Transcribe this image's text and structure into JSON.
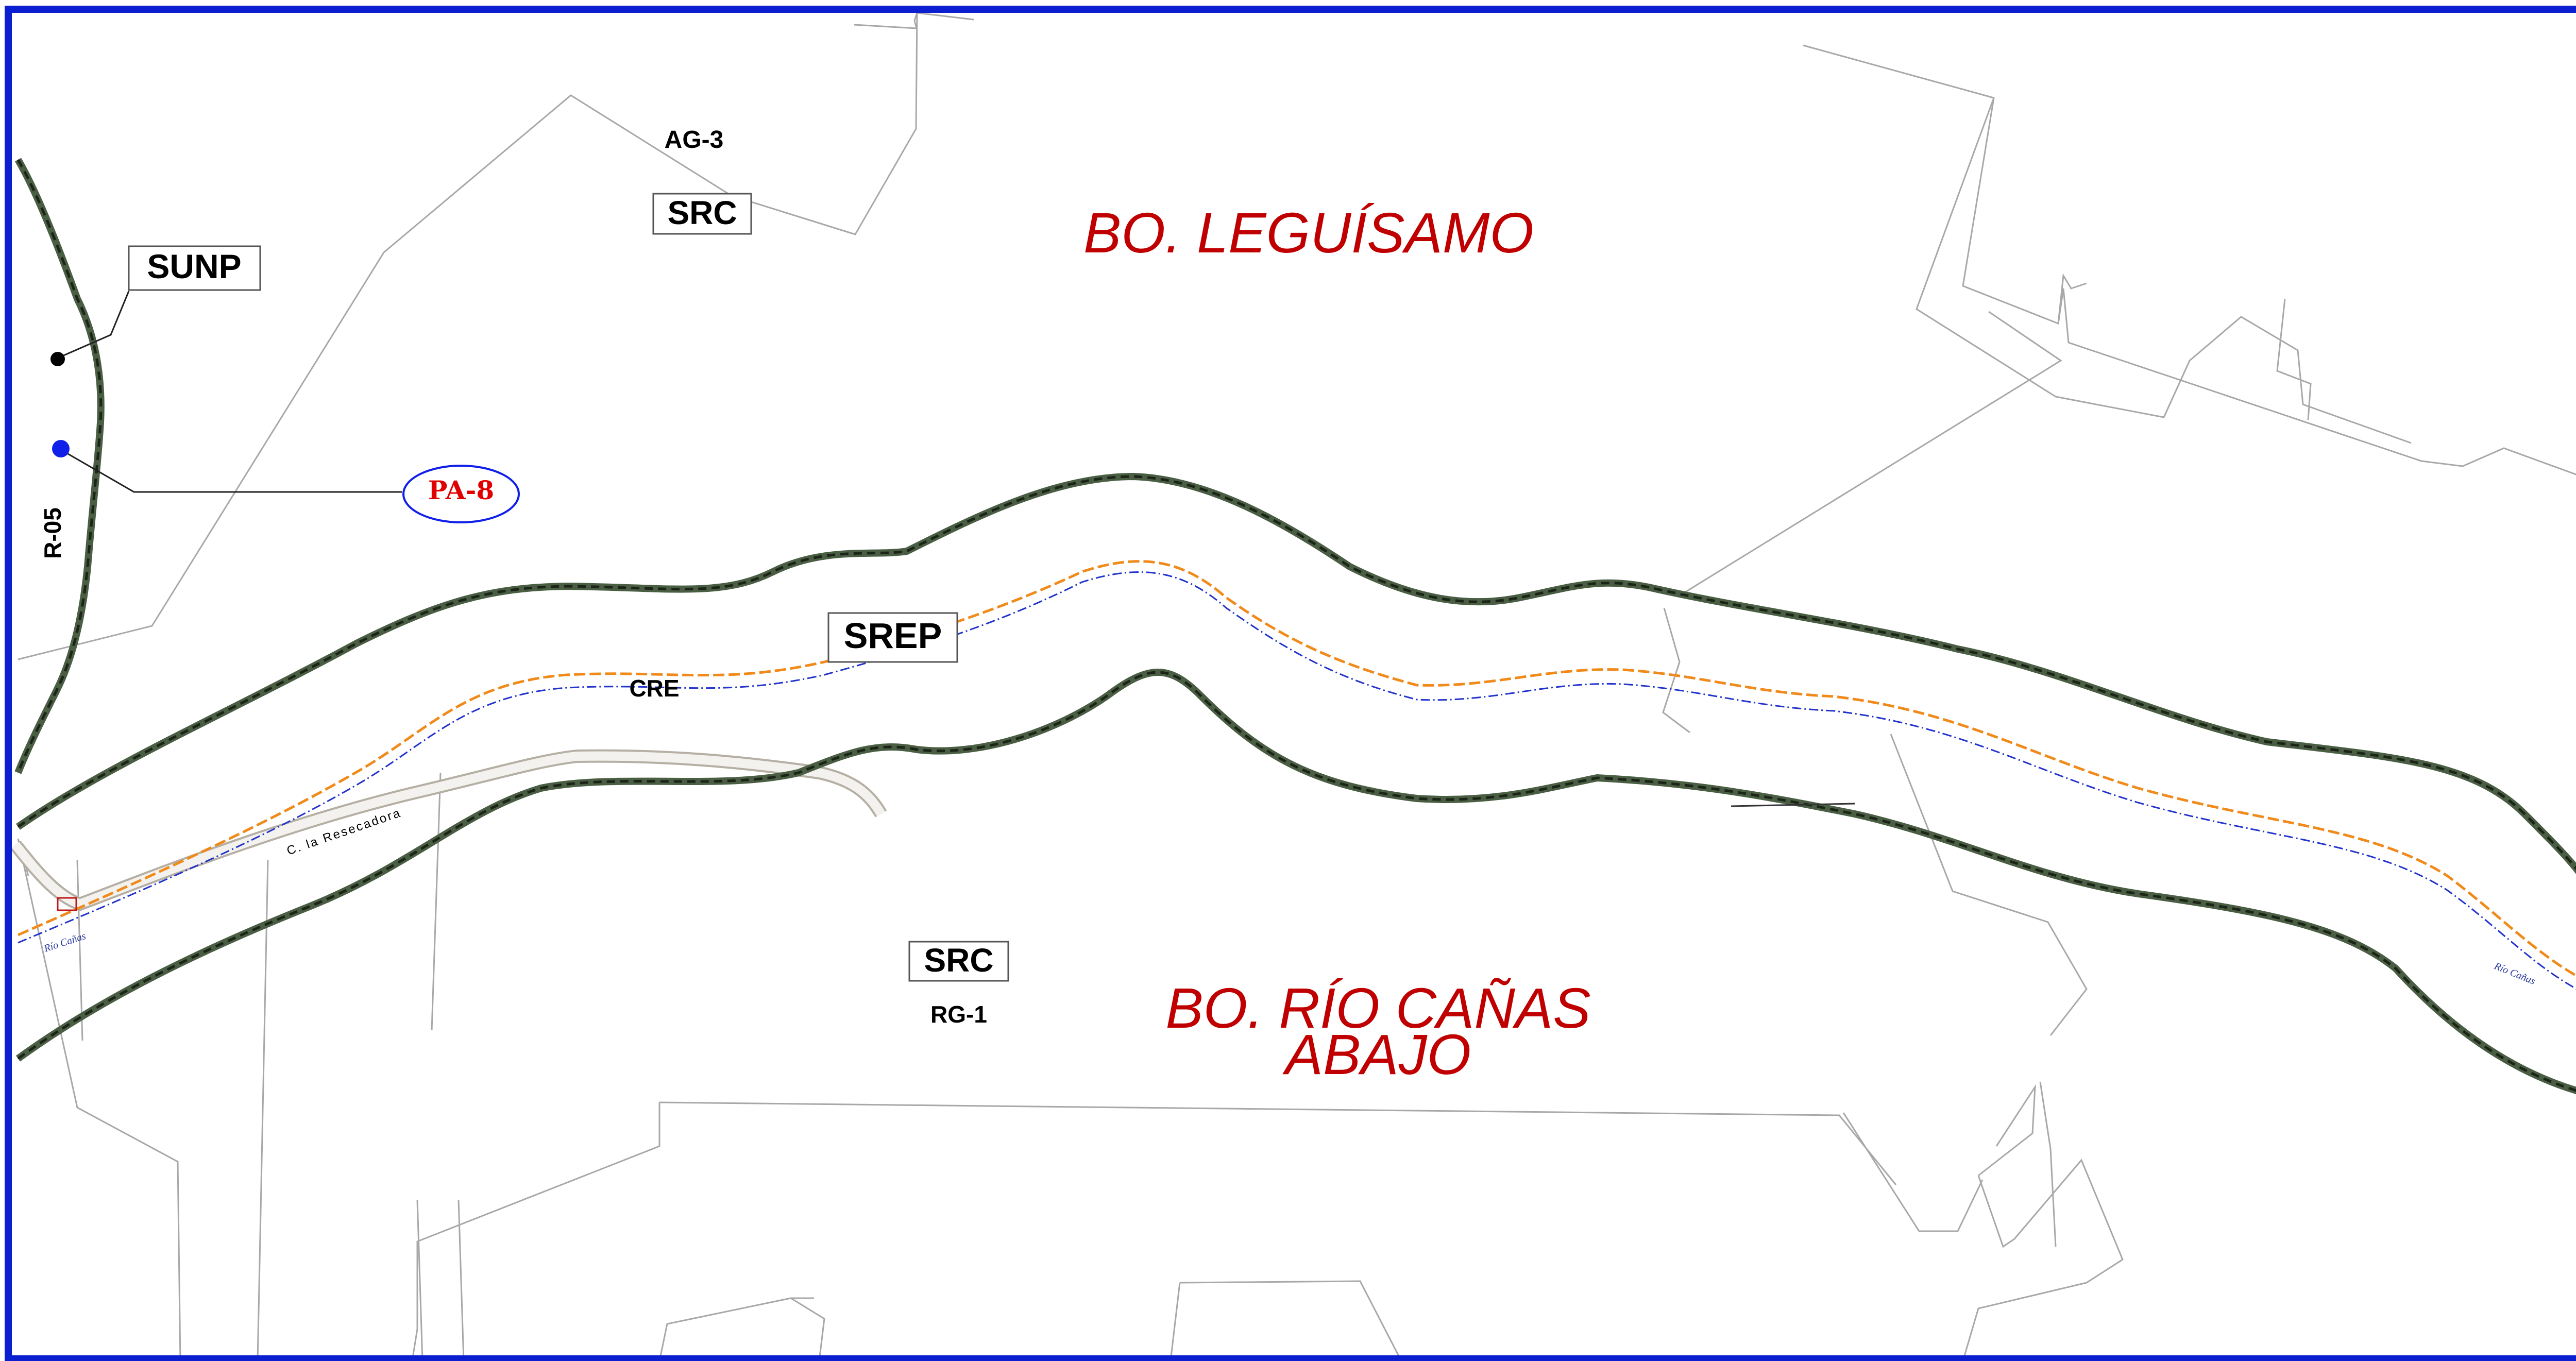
{
  "labels": {
    "leguisamo": "BO. LEGUÍSAMO",
    "rio_canas_1": "BO. RÍO CAÑAS",
    "rio_canas_2": "ABAJO",
    "sunp": "SUNP",
    "ag3": "AG-3",
    "src_top": "SRC",
    "pa8": "PA-8",
    "r05": "R-05",
    "srep": "SREP",
    "cre": "CRE",
    "src_bottom": "SRC",
    "rg1": "RG-1",
    "road": "C. la Resecadora",
    "river_left": "Río Cañas",
    "river_right": "Río Cañas"
  },
  "colors": {
    "frame": "#0b1fd0",
    "zone_text": "#c00000",
    "corridor": "#4a5e44",
    "orange_line": "#f08a1a",
    "blue_line": "#2233cc",
    "parcel_line": "#a8a8a8",
    "road": "#cfcac0",
    "pa8_text": "#e00000"
  }
}
